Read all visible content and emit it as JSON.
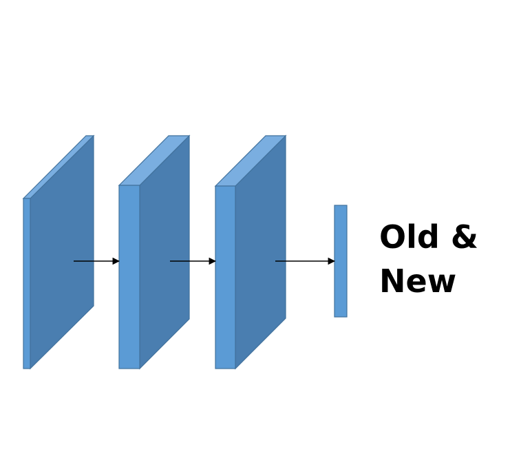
{
  "diagram": {
    "colors": {
      "front_face": "#5b9bd5",
      "side_face": "#4a7eb0",
      "top_face": "#7aaee0",
      "outline": "#41719c",
      "arrow": "#000000",
      "label_text": "#000000"
    },
    "layers": [
      {
        "name": "input-layer"
      },
      {
        "name": "hidden-layer-1"
      },
      {
        "name": "hidden-layer-2"
      },
      {
        "name": "output-layer"
      }
    ],
    "output_label": {
      "line1": "Old &",
      "line2": "New"
    }
  }
}
